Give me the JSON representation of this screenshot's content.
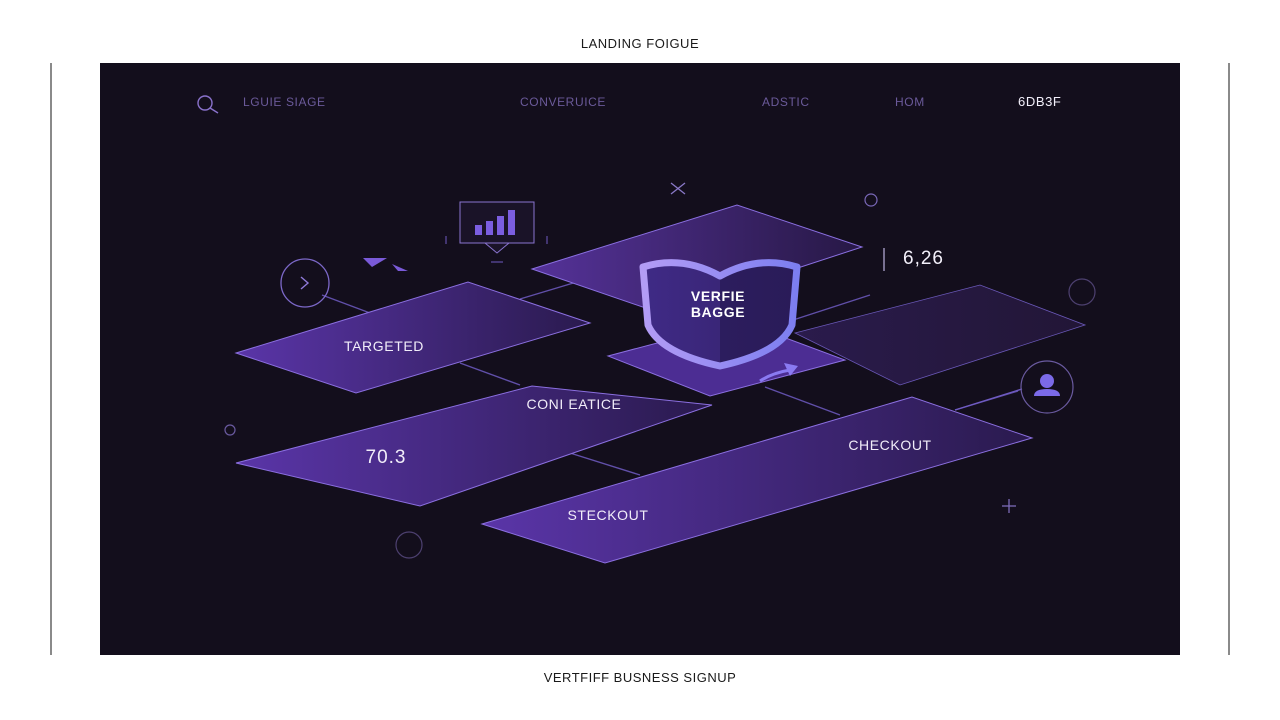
{
  "page": {
    "title": "LANDING FOIGUE",
    "caption": "VERTFIFF BUSNESS SIGNUP"
  },
  "nav": {
    "search_icon": "search-icon",
    "items": [
      {
        "label": "LGUIE SIAGE"
      },
      {
        "label": "CONVERUICE"
      },
      {
        "label": "ADSTIC"
      },
      {
        "label": "HOM"
      },
      {
        "label": "6DB3F"
      }
    ]
  },
  "diagram": {
    "tiles": [
      {
        "id": "targeted",
        "label": "TARGETED"
      },
      {
        "id": "confidence",
        "label": "CONI EATICE"
      },
      {
        "id": "metric-tile",
        "label": "70.3"
      },
      {
        "id": "checkout",
        "label": "CHECKOUT"
      },
      {
        "id": "steckout",
        "label": "STECKOUT"
      }
    ],
    "shield": {
      "line1": "VERFIE",
      "line2": "BAGGE"
    },
    "metric_value": "6,26",
    "icons": [
      "bar-chart-icon",
      "chevron-right-icon",
      "user-icon",
      "close-icon",
      "plus-icon",
      "arrow-icon"
    ]
  },
  "colors": {
    "canvas_bg": "#130e1c",
    "tile_purple": "#4f2f92",
    "tile_edge": "#8b6fe0",
    "shield_stroke": "#a08af0",
    "nav_text": "#6b5a9a",
    "accent_icon": "#7b6ae8"
  }
}
